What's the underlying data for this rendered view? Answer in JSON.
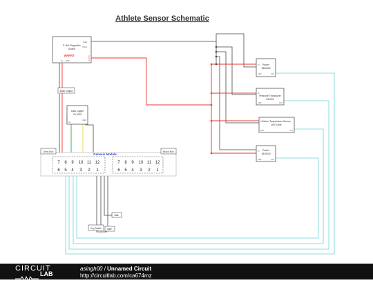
{
  "diagram": {
    "title": "Athlete Sensor Schematic",
    "regulator": {
      "name_line1": "5 Volt Regulator",
      "name_line2": "Board",
      "warning": "WARN7",
      "pin_in": "IN",
      "pin_gnd": "GND",
      "pin_out_left": "GND",
      "pin_out_right": "5Vout",
      "pin_side": "12V IN"
    },
    "main_output": "Main Output",
    "data_logger": {
      "line1": "Data Logger",
      "line2": "GL1000",
      "pin_out": "GND",
      "pin_in": "IN"
    },
    "module_label": "Genesis Module",
    "grey_box": "Grey Box",
    "black_box": "Black Box",
    "connector_left": {
      "top": [
        "7",
        "8",
        "9",
        "10",
        "11",
        "12"
      ],
      "bottom": [
        "6",
        "5",
        "4",
        "3",
        "2",
        "1"
      ]
    },
    "connector_right": {
      "top": [
        "7",
        "8",
        "9",
        "10",
        "11",
        "12"
      ],
      "bottom": [
        "6",
        "5",
        "4",
        "3",
        "2",
        "1"
      ]
    },
    "sensors": [
      {
        "name": "Parker",
        "part": "1820600",
        "pin_a": "IN",
        "pin_b": "GND",
        "pin_c": "OUT"
      },
      {
        "name": "Pressure Transducer",
        "part": "951002",
        "pin_a": "IN",
        "pin_b": "GND",
        "pin_c": "OUT"
      },
      {
        "name": "Parker Temperature Sensor",
        "part": "20071808",
        "pin_a": "IN",
        "pin_b": "GND",
        "pin_c": "OUT"
      },
      {
        "name": "Parker",
        "part": "1820600",
        "pin_a": "IN",
        "pin_b": "GND",
        "pin_c": "OUT"
      }
    ],
    "key_switch": "Key Switch",
    "batt_minus": "Batt-",
    "batt_plus": "Batt+",
    "colors": {
      "power": "#e8352f",
      "ground": "#333333",
      "signal": "#6fd3d6",
      "green": "#2ea84a",
      "yellow": "#f5d53a",
      "title_blue": "#2f3ec8"
    }
  },
  "footer": {
    "brand_top": "CIRCUIT",
    "brand_bottom": "LAB",
    "author": "asingh00",
    "separator": " / ",
    "circuit_name": "Unnamed Circuit",
    "url": "http://circuitlab.com/ca674mz"
  }
}
